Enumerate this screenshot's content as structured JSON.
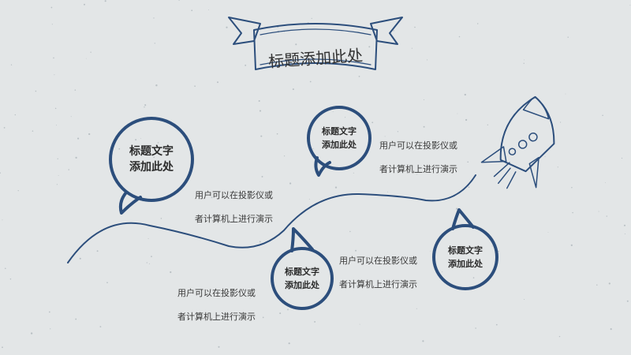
{
  "title": "标题添加此处",
  "items": [
    {
      "heading_line1": "标题文字",
      "heading_line2": "添加此处",
      "desc_line1": "用户可以在投影仪或",
      "desc_line2": "者计算机上进行演示"
    },
    {
      "heading_line1": "标题文字",
      "heading_line2": "添加此处",
      "desc_line1": "用户可以在投影仪或",
      "desc_line2": "者计算机上进行演示"
    },
    {
      "heading_line1": "标题文字",
      "heading_line2": "添加此处",
      "desc_line1": "用户可以在投影仪或",
      "desc_line2": "者计算机上进行演示"
    },
    {
      "heading_line1": "标题文字",
      "heading_line2": "添加此处",
      "desc_line1": "用户可以在投影仪或",
      "desc_line2": "者计算机上进行演示"
    }
  ],
  "colors": {
    "ink": "#2c4e7c",
    "background": "#e3e6e7"
  },
  "icons": [
    "ribbon-banner-icon",
    "rocket-icon"
  ]
}
